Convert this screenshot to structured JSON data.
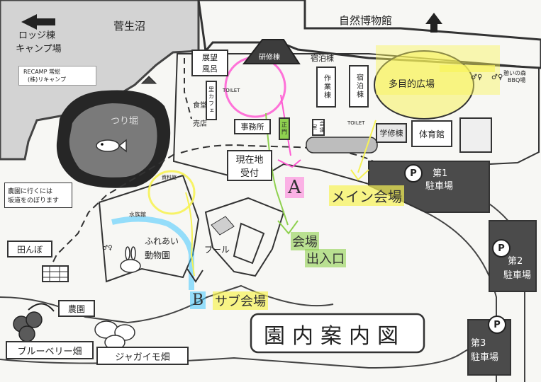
{
  "labels": {
    "lodge_camp_line1": "ロッジ棟",
    "lodge_camp_line2": "キャンプ場",
    "recamp_line1": "RECAMP 常総",
    "recamp_line2": "(株)リキャンプ",
    "sugao_swamp": "菅生沼",
    "natural_museum": "自然博物館",
    "tenbo_furo_1": "展望",
    "tenbo_furo_2": "風呂",
    "kensyu": "研修棟",
    "shukuhaku_top": "宿泊棟",
    "sagyo": "作業棟",
    "shukuhaku_right": "宿泊棟",
    "tamokuteki": "多目的広場",
    "ikoi_bbq_1": "憩いの森",
    "ikoi_bbq_2": "BBQ場",
    "satokafe_1": "里カフェ",
    "shokudo": "食堂",
    "baiten": "売店",
    "jimusho": "事務所",
    "seimon": "正門",
    "kaisyo": "会議室",
    "toilet": "TOILET",
    "gakushu": "学修棟",
    "taiikukan": "体育館",
    "tsuribori": "つり堀",
    "genchi_1": "現在地",
    "genchi_2": "受付",
    "parking1_1": "第1",
    "parking1_2": "駐車場",
    "parking2_1": "第2",
    "parking2_2": "駐車場",
    "parking3_1": "第3",
    "parking3_2": "駐車場",
    "nouen_line1": "農園に行くには",
    "nouen_line2": "坂道をのぼります",
    "tanbo": "田んぼ",
    "nouen": "農園",
    "blueberry": "ブルーベリー畑",
    "jagaimo": "ジャガイモ畑",
    "pool": "プール",
    "fureai_1": "ふれあい",
    "fureai_2": "動物園",
    "suiseien": "水族館",
    "shiryokan": "資料館",
    "map_title": "園内案内図",
    "handwritten_A": "A",
    "handwritten_main": "メイン会場",
    "handwritten_entrance_1": "会場",
    "handwritten_entrance_2": "出入口",
    "handwritten_B": "B",
    "handwritten_sub": "サブ会場",
    "parking_symbol": "P"
  },
  "colors": {
    "pink": "#ff5ad2",
    "yellow": "#f6f256",
    "green": "#8fd14f",
    "cyan": "#43c9ff"
  },
  "icons": [
    "arrow-left-icon",
    "arrow-up-icon",
    "fish-icon",
    "rabbit-icon",
    "blueberry-icon",
    "potato-icon",
    "roof-icon",
    "toilet-icon",
    "parking-icon"
  ]
}
